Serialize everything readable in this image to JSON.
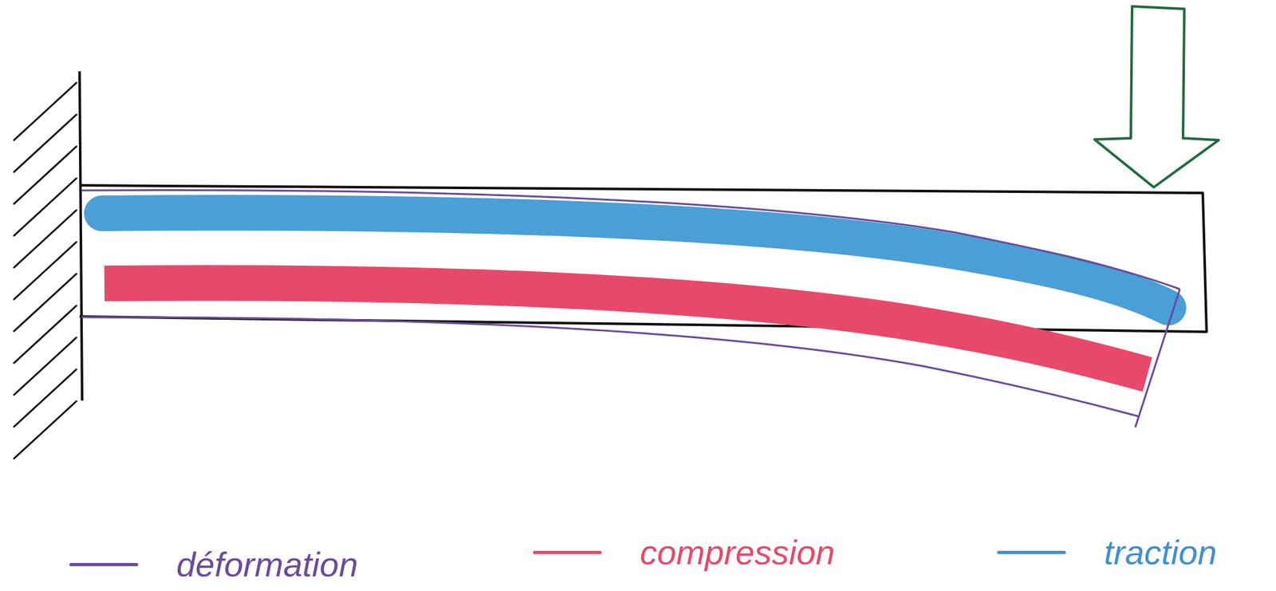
{
  "diagram": {
    "legend": [
      {
        "text": "déformation",
        "color": "#6a4c9c"
      },
      {
        "text": "compression",
        "color": "#e8496a"
      },
      {
        "text": "traction",
        "color": "#3f8fd0"
      }
    ]
  }
}
